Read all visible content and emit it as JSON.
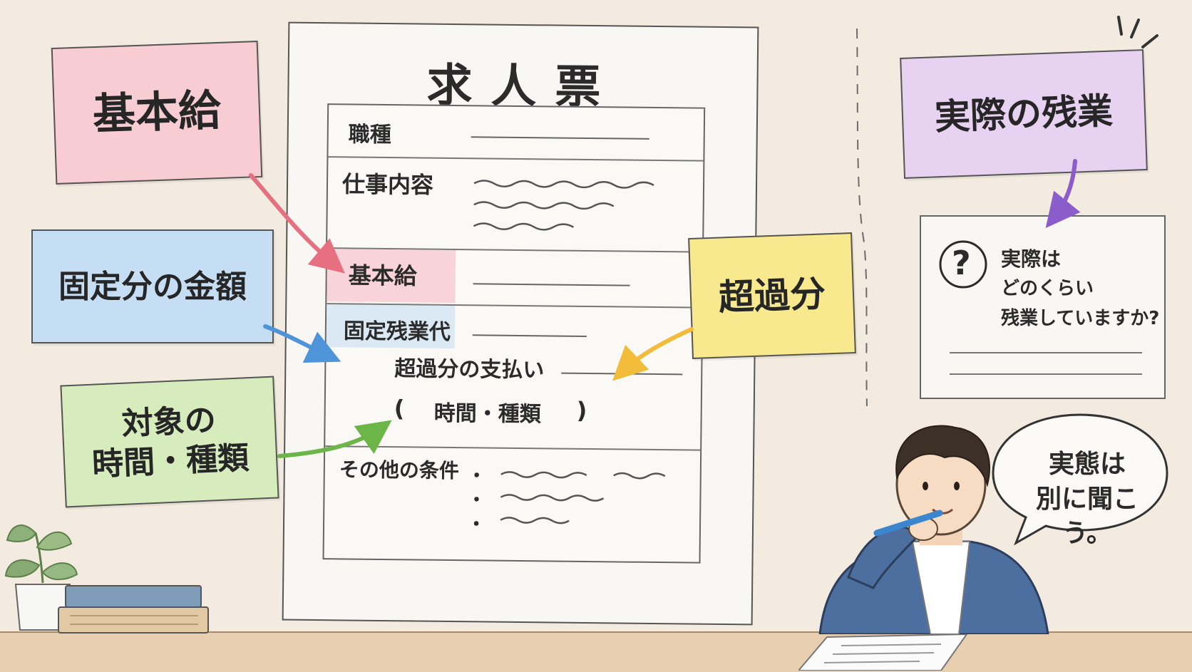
{
  "sheet": {
    "title": "求人票",
    "rows": {
      "job_type": "職種",
      "job_content": "仕事内容",
      "base_salary": "基本給",
      "fixed_overtime": "固定残業代",
      "excess_payment": "超過分の支払い",
      "paren_open": "(",
      "time_type": "時間・種類",
      "paren_close": ")",
      "other_conditions": "その他の条件",
      "bullets": [
        "・",
        "・",
        "・"
      ]
    }
  },
  "notes": {
    "base_salary": "基本給",
    "fixed_amount": "固定分の金額",
    "target_line1": "対象の",
    "target_line2": "時間・種類",
    "excess": "超過分",
    "actual_overtime": "実際の残業"
  },
  "question_card": {
    "mark": "?",
    "lines": [
      "実際は",
      "どのくらい",
      "残業していますか?"
    ]
  },
  "speech": {
    "lines": [
      "実態は",
      "別に聞こう。"
    ]
  },
  "colors": {
    "pink": "#f7cdd3",
    "blue": "#c6def3",
    "green": "#d7ecbd",
    "yellow": "#f8e98e",
    "purple": "#e8d2f2",
    "arrow_pink": "#e6707f",
    "arrow_blue": "#4f93d8",
    "arrow_green": "#6cb548",
    "arrow_yellow": "#f2bc3a",
    "arrow_purple": "#8a5ccc"
  }
}
